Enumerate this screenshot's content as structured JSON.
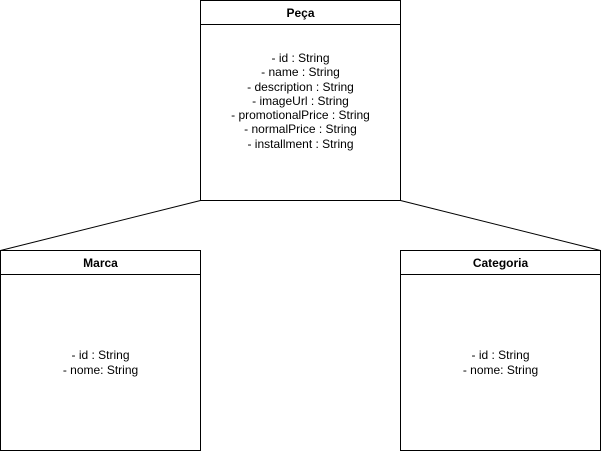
{
  "classes": {
    "peca": {
      "name": "Peça",
      "attributes": [
        "- id : String",
        "- name : String",
        "- description : String",
        "- imageUrl : String",
        "- promotionalPrice : String",
        "- normalPrice : String",
        "- installment : String"
      ]
    },
    "marca": {
      "name": "Marca",
      "attributes": [
        "- id : String",
        "- nome: String"
      ]
    },
    "categoria": {
      "name": "Categoria",
      "attributes": [
        "- id : String",
        "- nome: String"
      ]
    }
  },
  "colors": {
    "stroke": "#000000",
    "background": "#ffffff"
  }
}
